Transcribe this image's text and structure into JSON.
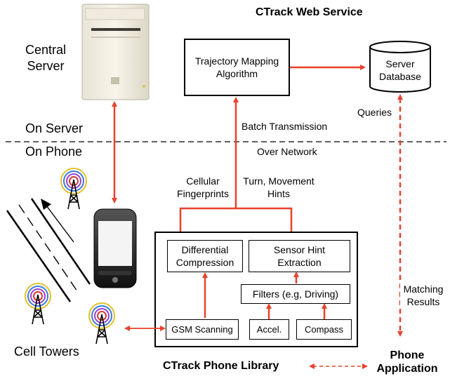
{
  "titles": {
    "web_service": "CTrack Web Service",
    "phone_library": "CTrack Phone Library",
    "phone_application": "Phone\nApplication"
  },
  "labels": {
    "central_server": "Central\nServer",
    "on_server": "On Server",
    "on_phone": "On Phone",
    "cell_towers": "Cell Towers",
    "batch_transmission": "Batch Transmission",
    "over_network": "Over Network",
    "cellular_fingerprints": "Cellular\nFingerprints",
    "turn_movement_hints": "Turn, Movement\nHints",
    "queries": "Queries",
    "matching_results": "Matching\nResults"
  },
  "boxes": {
    "trajectory_mapping": "Trajectory Mapping\nAlgorithm",
    "server_database": "Server\nDatabase",
    "differential_compression": "Differential\nCompression",
    "sensor_hint_extraction": "Sensor Hint\nExtraction",
    "filters": "Filters (e.g, Driving)",
    "gsm_scanning": "GSM Scanning",
    "accel": "Accel.",
    "compass": "Compass"
  },
  "colors": {
    "arrow": "#e8412c",
    "line": "#000000",
    "tower_rings": [
      "#d63a3a",
      "#9b3fd1",
      "#3a7be0",
      "#e0c12a"
    ]
  },
  "icons": {
    "server": "server-tower-icon",
    "phone": "smartphone-icon",
    "tower": "cell-tower-icon",
    "road": "road-icon",
    "database": "database-cylinder-icon"
  }
}
